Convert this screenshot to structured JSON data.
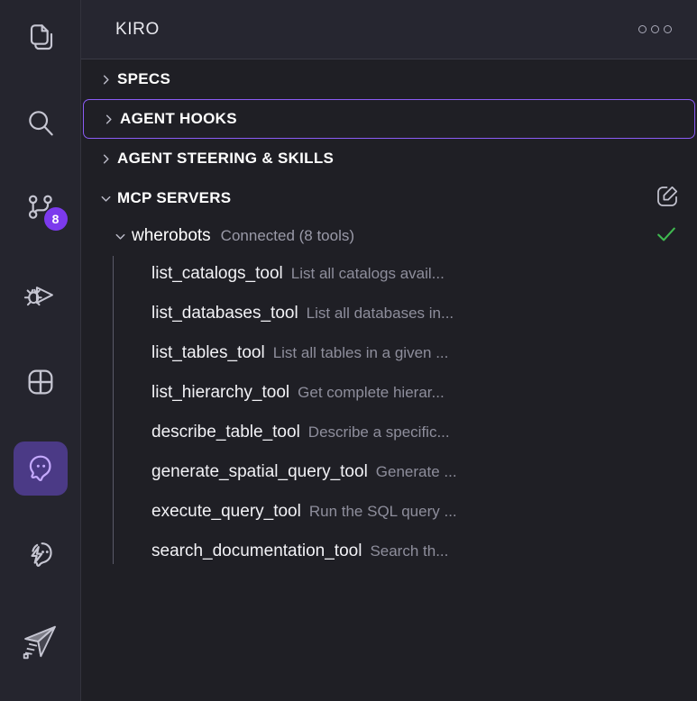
{
  "colors": {
    "activity_bar_bg": "#25252e",
    "panel_bg": "#1f1f25",
    "header_bg": "#262630",
    "focus_border": "#8b5cf6",
    "badge_bg": "#7c3aed",
    "active_item_bg": "#4b3a86",
    "connected_check": "#3fb950",
    "text_primary": "#ffffff",
    "text_muted": "#8e8e9c"
  },
  "activity_bar": {
    "items": [
      {
        "name": "explorer-icon",
        "title": "Explorer",
        "active": false,
        "badge": null
      },
      {
        "name": "search-icon",
        "title": "Search",
        "active": false,
        "badge": null
      },
      {
        "name": "source-control-icon",
        "title": "Source Control",
        "active": false,
        "badge": "8"
      },
      {
        "name": "run-and-debug-icon",
        "title": "Run and Debug",
        "active": false,
        "badge": null
      },
      {
        "name": "extensions-icon",
        "title": "Extensions",
        "active": false,
        "badge": null
      },
      {
        "name": "kiro-ghost-icon",
        "title": "Kiro",
        "active": true,
        "badge": null
      },
      {
        "name": "kiro-chat-ghost-icon",
        "title": "Kiro Chat",
        "active": false,
        "badge": null
      },
      {
        "name": "send-plane-icon",
        "title": "Send",
        "active": false,
        "badge": null
      }
    ]
  },
  "header": {
    "title": "KIRO",
    "more_label": "More Actions"
  },
  "sections": [
    {
      "label": "SPECS",
      "expanded": false,
      "focused": false,
      "action_icon": null
    },
    {
      "label": "AGENT HOOKS",
      "expanded": false,
      "focused": true,
      "action_icon": null
    },
    {
      "label": "AGENT STEERING & SKILLS",
      "expanded": false,
      "focused": false,
      "action_icon": null
    },
    {
      "label": "MCP SERVERS",
      "expanded": true,
      "focused": false,
      "action_icon": "edit-icon"
    }
  ],
  "mcp_server": {
    "name": "wherobots",
    "status": "Connected (8 tools)",
    "expanded": true,
    "status_icon": "check-icon",
    "tools": [
      {
        "name": "list_catalogs_tool",
        "description": "List all catalogs avail..."
      },
      {
        "name": "list_databases_tool",
        "description": "List all databases in..."
      },
      {
        "name": "list_tables_tool",
        "description": "List all tables in a given ..."
      },
      {
        "name": "list_hierarchy_tool",
        "description": "Get complete hierar..."
      },
      {
        "name": "describe_table_tool",
        "description": "Describe a specific..."
      },
      {
        "name": "generate_spatial_query_tool",
        "description": "Generate ..."
      },
      {
        "name": "execute_query_tool",
        "description": "Run the SQL query ..."
      },
      {
        "name": "search_documentation_tool",
        "description": "Search th..."
      }
    ]
  }
}
